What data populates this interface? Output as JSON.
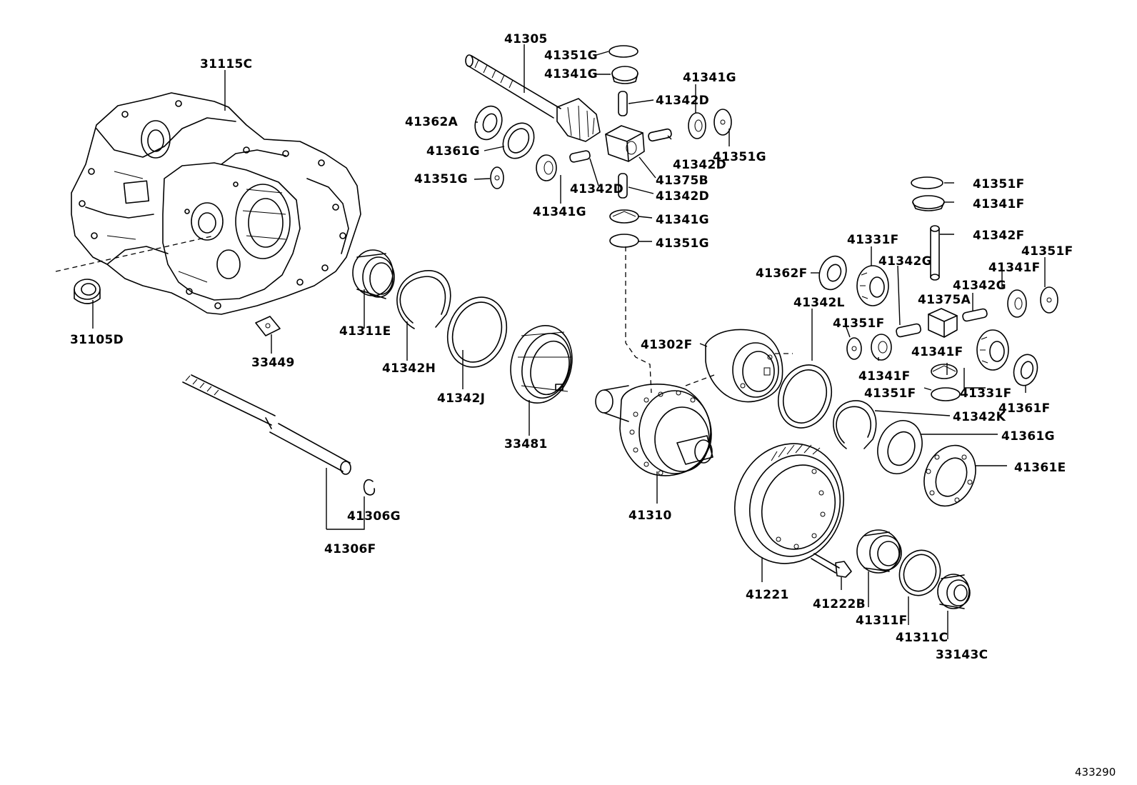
{
  "diagram": {
    "ref_code": "433290",
    "labels": {
      "31115C": "31115C",
      "31105D": "31105D",
      "33449": "33449",
      "41311E": "41311E",
      "41342H": "41342H",
      "41342J": "41342J",
      "33481": "33481",
      "41306G": "41306G",
      "41306F": "41306F",
      "41305": "41305",
      "41351G_a": "41351G",
      "41341G_a": "41341G",
      "41342D_a": "41342D",
      "41362A": "41362A",
      "41361G_a": "41361G",
      "41351G_b": "41351G",
      "41341G_b": "41341G",
      "41342D_b": "41342D",
      "41375B": "41375B",
      "41342D_c": "41342D",
      "41342D_d": "41342D",
      "41341G_c": "41341G",
      "41341G_d": "41341G",
      "41351G_c": "41351G",
      "41351G_d": "41351G",
      "41302F": "41302F",
      "41310": "41310",
      "41351F_a": "41351F",
      "41341F_a": "41341F",
      "41342F": "41342F",
      "41331F_a": "41331F",
      "41342G_a": "41342G",
      "41351F_b": "41351F",
      "41362F": "41362F",
      "41341F_b": "41341F",
      "41342G_b": "41342G",
      "41375A": "41375A",
      "41342L": "41342L",
      "41351F_c": "41351F",
      "41341F_c": "41341F",
      "41341F_d": "41341F",
      "41351F_d": "41351F",
      "41331F_b": "41331F",
      "41361F": "41361F",
      "41342K": "41342K",
      "41361G_b": "41361G",
      "41361E": "41361E",
      "41221": "41221",
      "41222B": "41222B",
      "41311F": "41311F",
      "41311C": "41311C",
      "33143C": "33143C"
    }
  }
}
